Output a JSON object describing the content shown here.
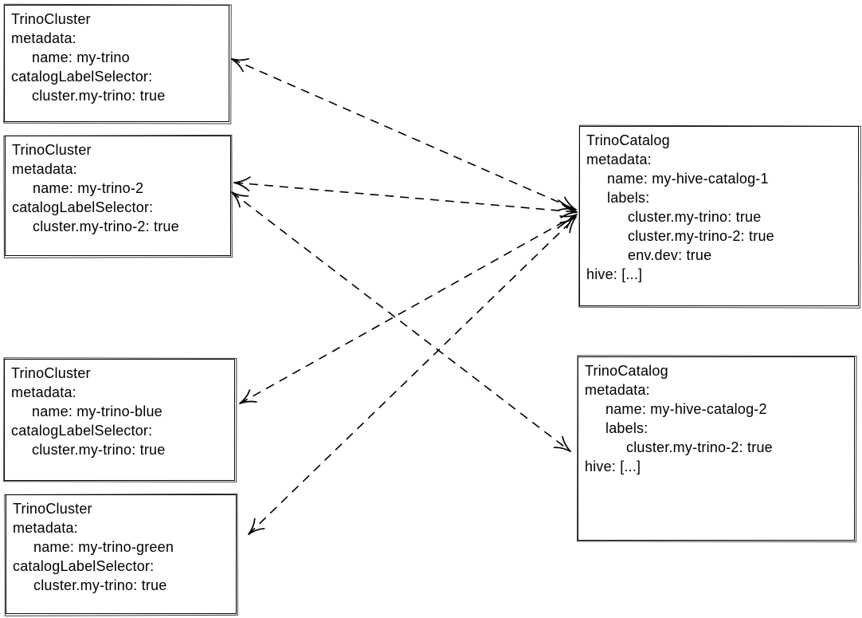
{
  "diagram": {
    "background_color": "#ffffff",
    "stroke_color": "#000000",
    "text_color": "#000000",
    "arrow_style": "dashed",
    "boxes": [
      {
        "id": "trinocluster-my-trino",
        "title": "TrinoCluster",
        "lines": [
          "metadata:",
          "     name: my-trino",
          "catalogLabelSelector:",
          "     cluster.my-trino: true"
        ]
      },
      {
        "id": "trinocluster-my-trino-2",
        "title": "TrinoCluster",
        "lines": [
          "metadata:",
          "     name: my-trino-2",
          "catalogLabelSelector:",
          "     cluster.my-trino-2: true"
        ]
      },
      {
        "id": "trinocluster-my-trino-blue",
        "title": "TrinoCluster",
        "lines": [
          "metadata:",
          "     name: my-trino-blue",
          "catalogLabelSelector:",
          "     cluster.my-trino: true"
        ]
      },
      {
        "id": "trinocluster-my-trino-green",
        "title": "TrinoCluster",
        "lines": [
          "metadata:",
          "     name: my-trino-green",
          "catalogLabelSelector:",
          "     cluster.my-trino: true"
        ]
      },
      {
        "id": "trinocatalog-my-hive-catalog-1",
        "title": "TrinoCatalog",
        "lines": [
          "metadata:",
          "     name: my-hive-catalog-1",
          "     labels:",
          "          cluster.my-trino: true",
          "          cluster.my-trino-2: true",
          "          env.dev: true",
          "hive: [...]"
        ]
      },
      {
        "id": "trinocatalog-my-hive-catalog-2",
        "title": "TrinoCatalog",
        "lines": [
          "metadata:",
          "     name: my-hive-catalog-2",
          "     labels:",
          "          cluster.my-trino-2: true",
          "hive: [...]"
        ]
      }
    ],
    "arrows": [
      {
        "from": "trinocluster-my-trino",
        "to": "trinocatalog-my-hive-catalog-1",
        "style": "dashed",
        "heads": "both"
      },
      {
        "from": "trinocluster-my-trino-2",
        "to": "trinocatalog-my-hive-catalog-1",
        "style": "dashed",
        "heads": "both"
      },
      {
        "from": "trinocluster-my-trino-blue",
        "to": "trinocatalog-my-hive-catalog-1",
        "style": "dashed",
        "heads": "both"
      },
      {
        "from": "trinocluster-my-trino-green",
        "to": "trinocatalog-my-hive-catalog-1",
        "style": "dashed",
        "heads": "both"
      },
      {
        "from": "trinocluster-my-trino-2",
        "to": "trinocatalog-my-hive-catalog-2",
        "style": "dashed",
        "heads": "both"
      }
    ]
  }
}
